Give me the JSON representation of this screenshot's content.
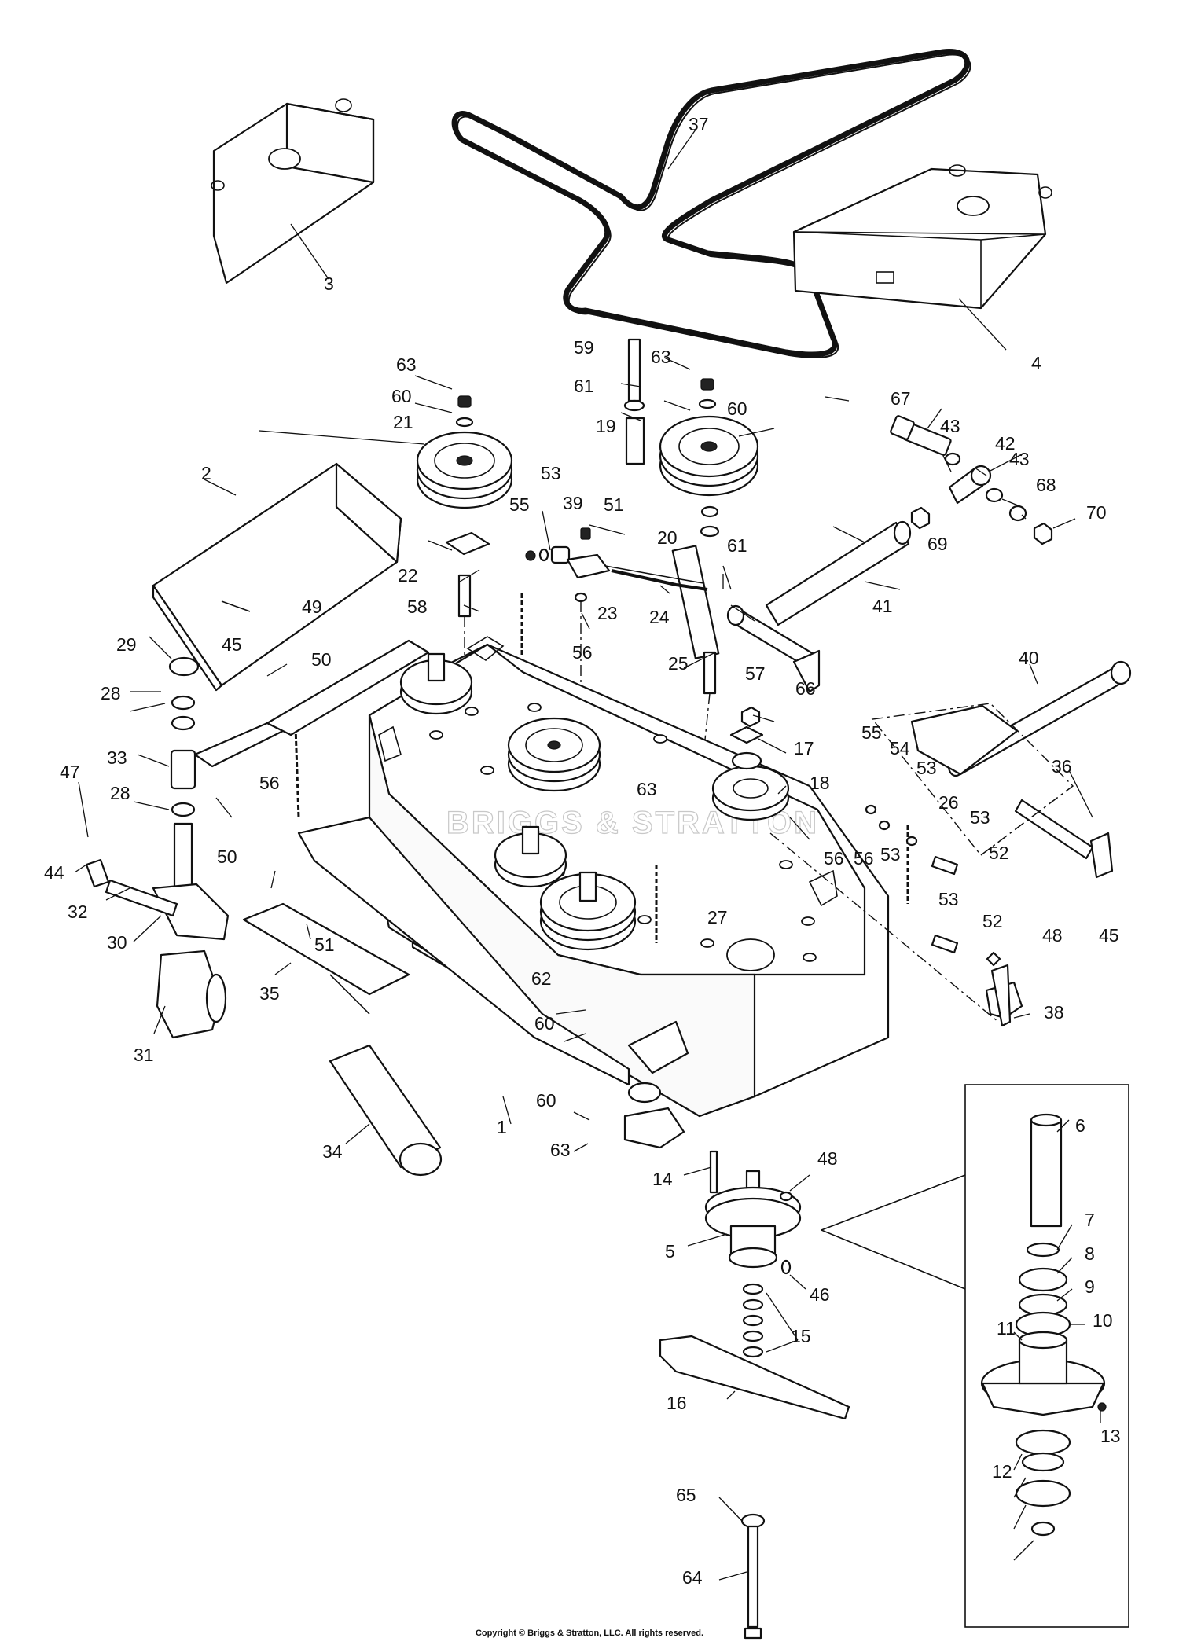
{
  "watermark": "BRIGGS & STRATTON",
  "copyright": "Copyright © Briggs & Stratton, LLC. All rights reserved.",
  "callouts": [
    "1",
    "2",
    "3",
    "4",
    "5",
    "6",
    "7",
    "8",
    "9",
    "10",
    "11",
    "12",
    "13",
    "14",
    "15",
    "16",
    "17",
    "18",
    "19",
    "20",
    "21",
    "22",
    "23",
    "24",
    "25",
    "26",
    "27",
    "28",
    "29",
    "30",
    "31",
    "32",
    "33",
    "34",
    "35",
    "36",
    "37",
    "38",
    "39",
    "40",
    "41",
    "42",
    "43",
    "44",
    "45",
    "46",
    "47",
    "48",
    "49",
    "50",
    "51",
    "52",
    "53",
    "54",
    "55",
    "56",
    "57",
    "58",
    "59",
    "60",
    "61",
    "62",
    "63",
    "64",
    "65",
    "66",
    "67",
    "68",
    "69",
    "70"
  ]
}
